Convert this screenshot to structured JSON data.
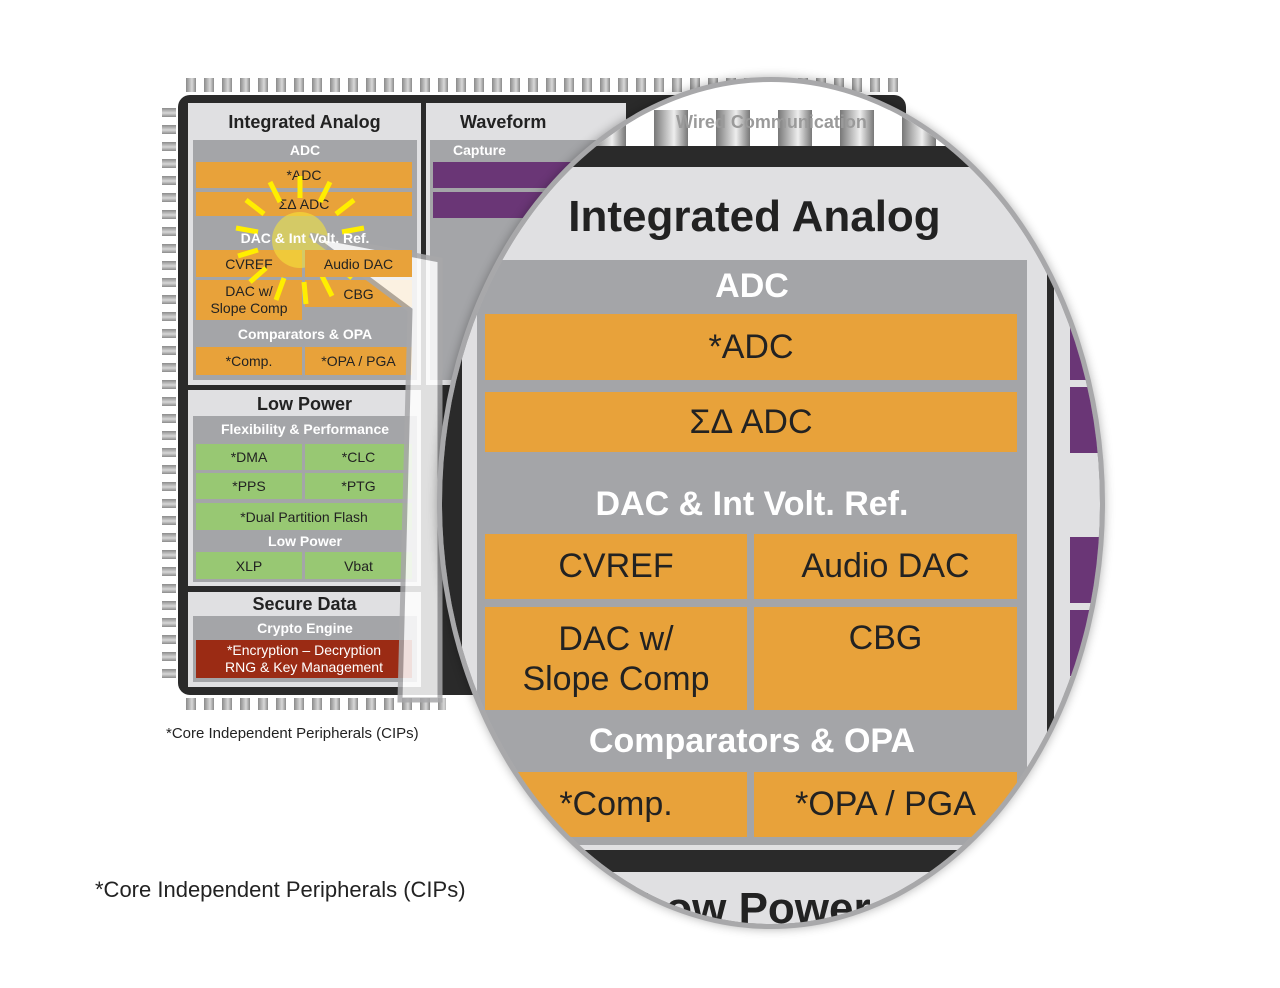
{
  "chip": {
    "integrated_analog": {
      "title": "Integrated Analog",
      "adc_header": "ADC",
      "adc": "*ADC",
      "sigma_delta": "ΣΔ ADC",
      "dac_header": "DAC & Int Volt. Ref.",
      "cvref": "CVREF",
      "audio_dac": "Audio DAC",
      "dac_slope_1": "DAC w/",
      "dac_slope_2": "Slope Comp",
      "cbg": "CBG",
      "comp_header": "Comparators & OPA",
      "comp": "*Comp.",
      "opa": "*OPA / PGA"
    },
    "low_power": {
      "title": "Low Power",
      "flex_header": "Flexibility & Performance",
      "dma": "*DMA",
      "clc": "*CLC",
      "pps": "*PPS",
      "ptg": "*PTG",
      "flash": "*Dual Partition Flash",
      "lp_header": "Low Power",
      "xlp": "XLP",
      "vbat": "Vbat"
    },
    "secure_data": {
      "title": "Secure Data",
      "crypto_header": "Crypto Engine",
      "line1": "*Encryption – Decryption",
      "line2": "RNG & Key Management"
    },
    "waveform": {
      "title": "Waveform",
      "capture_header": "Capture"
    },
    "wired": {
      "title": "Wired Communication"
    }
  },
  "footnote_small": "*Core Independent Peripherals (CIPs)",
  "footnote": "*Core Independent Peripherals (CIPs)",
  "colors": {
    "analog": "#e8a23a",
    "low_power": "#98c873",
    "secure": "#9b2b14",
    "waveform": "#6a3676",
    "header_gray": "#a4a5a8",
    "highlight": "#ffee00"
  }
}
